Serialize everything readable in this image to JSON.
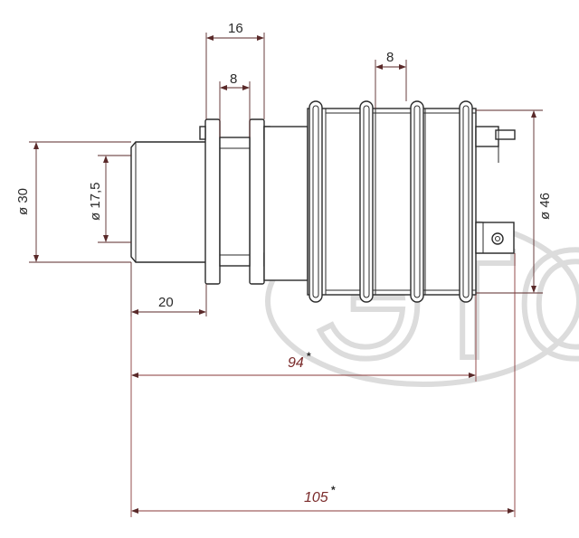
{
  "watermark": {
    "text": "ЭТС"
  },
  "dimensions": {
    "flange_width": "16",
    "flange_gap": "8",
    "ring_pitch": "8",
    "diameter_left": "ø 30",
    "diameter_inner": "ø 17,5",
    "diameter_rings": "ø 46",
    "shaft_length": "20",
    "length_94": "94",
    "length_105": "105",
    "asterisk": "*"
  },
  "colors": {
    "outline": "#2a2a2a",
    "dimension": "#5a2a2a",
    "watermark": "#dcdcdc"
  }
}
